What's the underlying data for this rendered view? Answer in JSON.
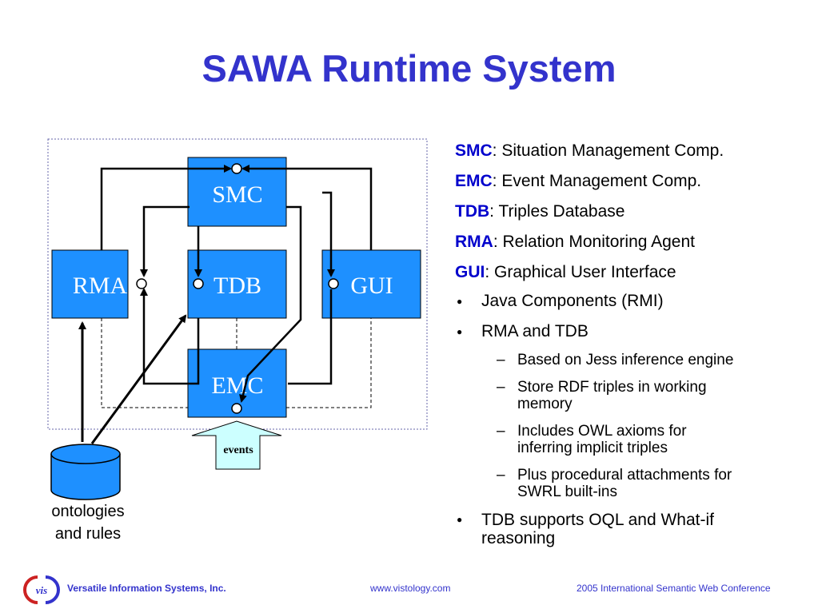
{
  "title": "SAWA Runtime System",
  "diagram": {
    "boxes": {
      "smc": "SMC",
      "rma": "RMA",
      "tdb": "TDB",
      "gui": "GUI",
      "emc": "EMC"
    },
    "events_label": "events",
    "database_label_line1": "ontologies",
    "database_label_line2": "and rules"
  },
  "legend": {
    "definitions": [
      {
        "abbr": "SMC",
        "text": ": Situation Management Comp."
      },
      {
        "abbr": "EMC",
        "text": ": Event Management Comp."
      },
      {
        "abbr": "TDB",
        "text": ": Triples Database"
      },
      {
        "abbr": "RMA",
        "text": ": Relation Monitoring Agent"
      },
      {
        "abbr": "GUI",
        "text": ": Graphical User Interface"
      }
    ],
    "bullet1": "Java Components (RMI)",
    "bullet2": "RMA and TDB",
    "sub1": "Based on Jess inference engine",
    "sub2_line1": "Store RDF triples in working",
    "sub2_line2": "memory",
    "sub3_line1": "Includes OWL axioms for",
    "sub3_line2": "inferring implicit triples",
    "sub4_line1": "Plus procedural attachments for",
    "sub4_line2": "SWRL built-ins",
    "bullet3_line1": "TDB supports OQL and What-if",
    "bullet3_line2": "reasoning"
  },
  "footer": {
    "company": "Versatile Information Systems, Inc.",
    "url": "www.vistology.com",
    "conference": "2005 International Semantic Web Conference",
    "logo_text": "vis"
  },
  "colors": {
    "title": "#3333cc",
    "box_fill": "#1e90ff",
    "abbr": "#0000cc"
  }
}
